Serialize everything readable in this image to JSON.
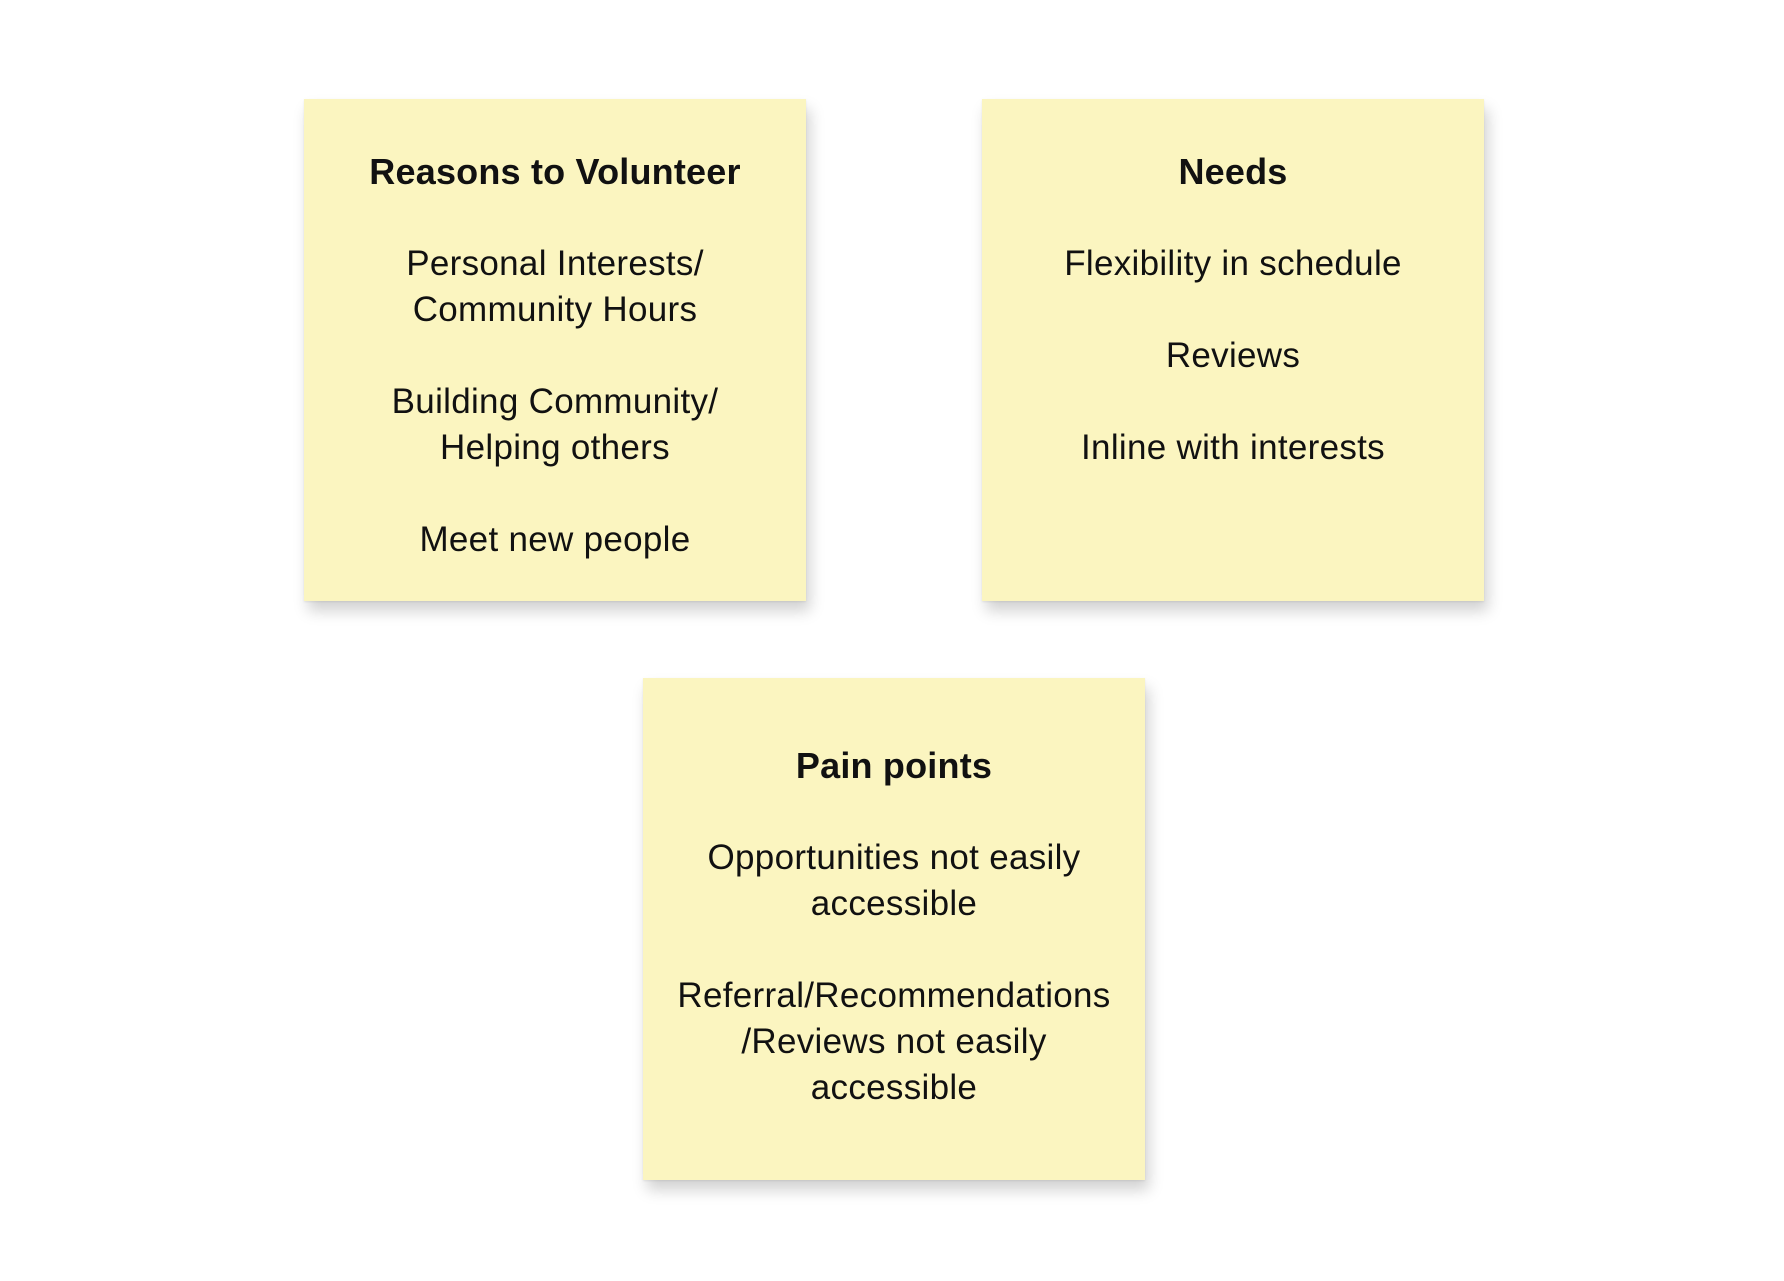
{
  "notes": {
    "reasons": {
      "title": "Reasons to Volunteer",
      "items": [
        "Personal Interests/\nCommunity Hours",
        "Building Community/\nHelping others",
        "Meet new people"
      ]
    },
    "needs": {
      "title": "Needs",
      "items": [
        "Flexibility in schedule",
        "Reviews",
        "Inline with interests"
      ]
    },
    "pain_points": {
      "title": "Pain points",
      "items": [
        "Opportunities not easily\naccessible",
        "Referral/Recommendations\n/Reviews not easily\naccessible"
      ]
    }
  },
  "colors": {
    "note_background": "#fbf5c0",
    "canvas_background": "#ffffff",
    "text": "#111111"
  }
}
